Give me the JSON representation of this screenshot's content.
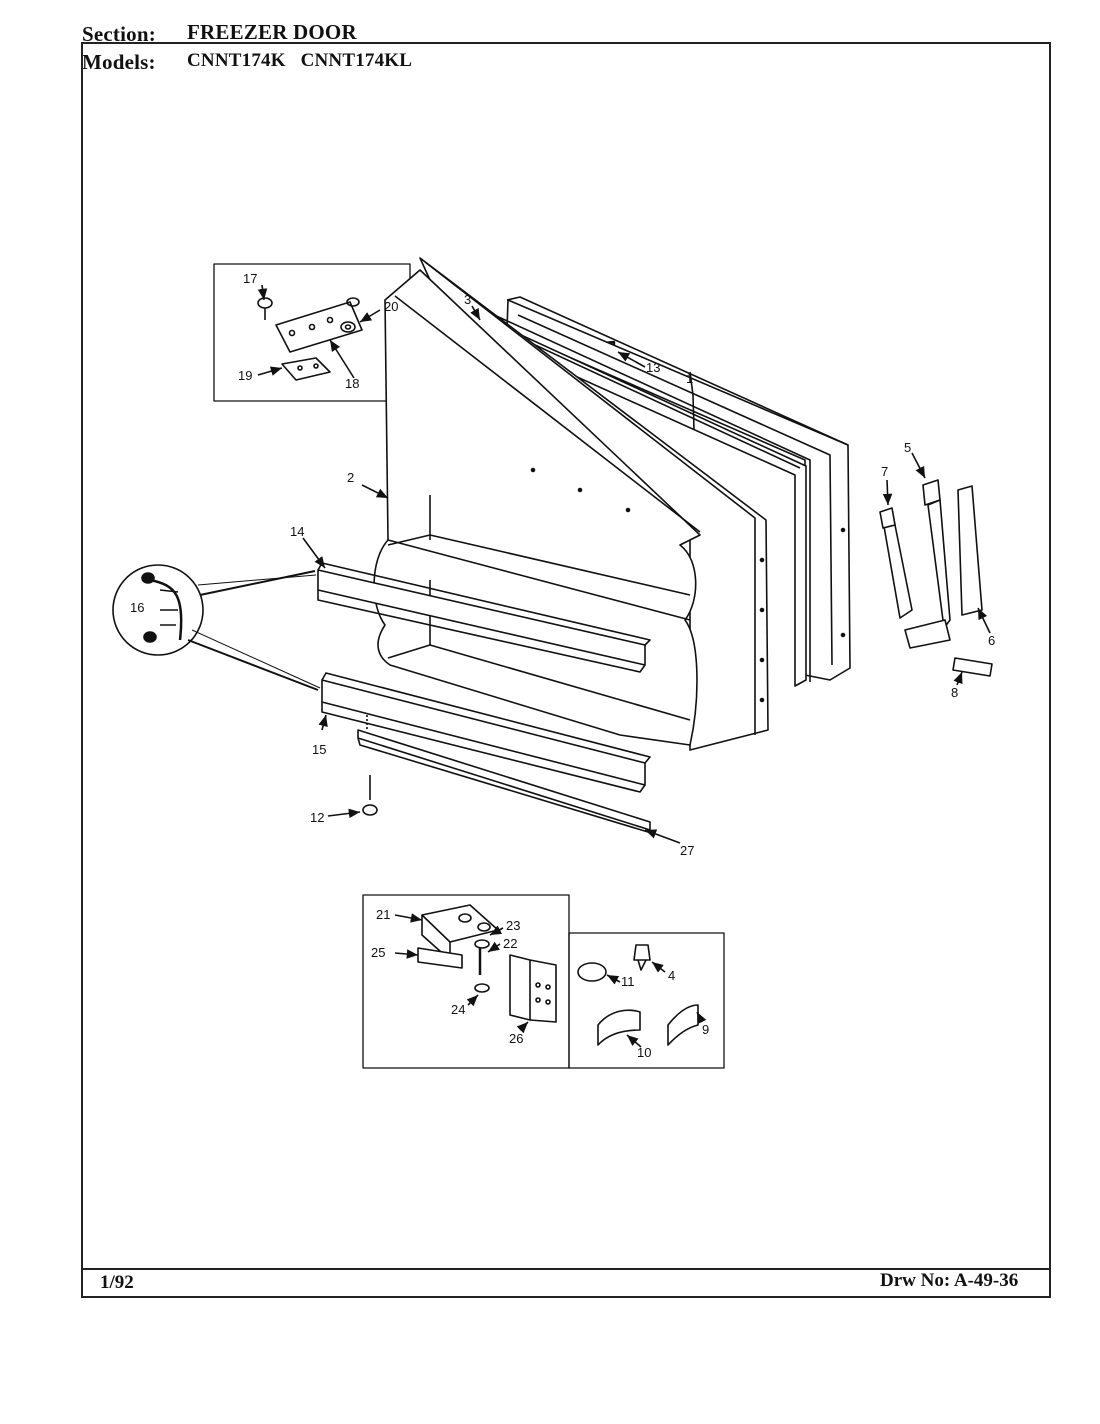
{
  "header": {
    "section_label": "Section:",
    "section_value": "FREEZER DOOR",
    "models_label": "Models:",
    "models_value": "CNNT174K   CNNT174KL"
  },
  "footer": {
    "date": "1/92",
    "drawing_no": "Drw No: A-49-36"
  },
  "callouts": [
    "1",
    "2",
    "3",
    "4",
    "5",
    "6",
    "7",
    "8",
    "9",
    "10",
    "11",
    "12",
    "13",
    "14",
    "15",
    "16",
    "17",
    "18",
    "19",
    "20",
    "21",
    "22",
    "23",
    "24",
    "25",
    "26",
    "27"
  ]
}
